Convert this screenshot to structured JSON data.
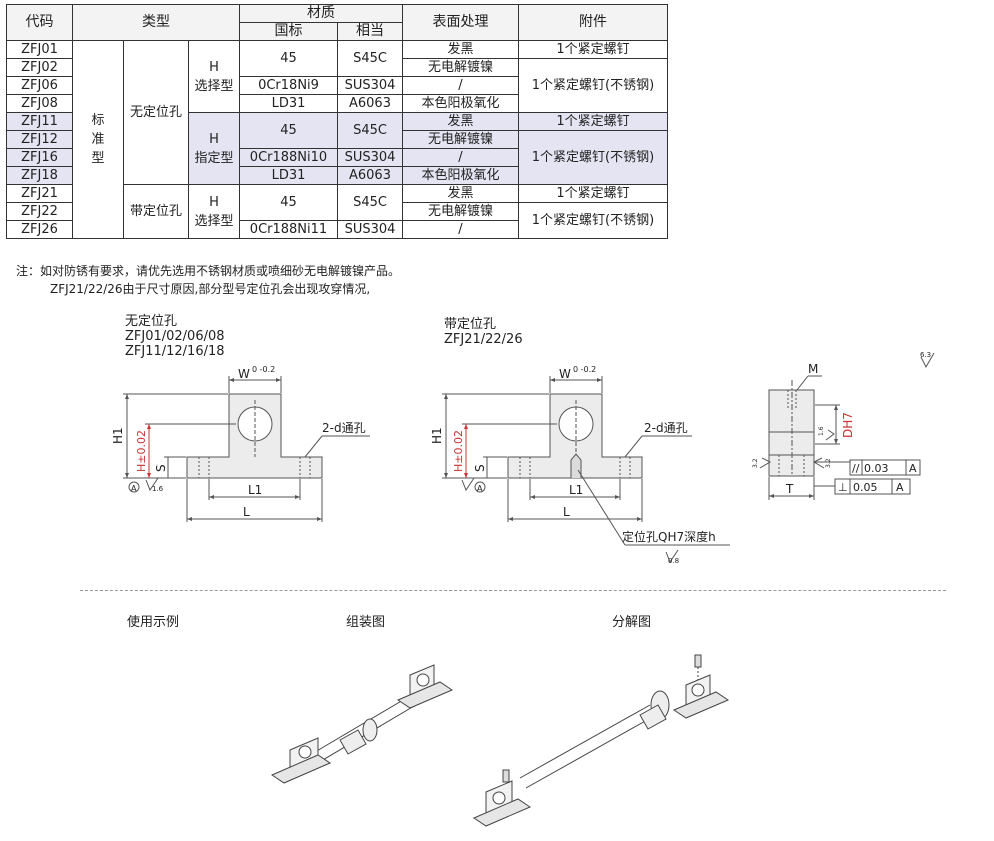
{
  "table": {
    "headers": {
      "code": "代码",
      "type": "类型",
      "material": "材质",
      "material_std": "国标",
      "material_equiv": "相当",
      "surface": "表面处理",
      "accessory": "附件"
    },
    "type_group": "标\n准\n型",
    "hole_no": "无定位孔",
    "hole_with": "带定位孔",
    "h_select": "H\n选择型",
    "h_fixed": "H\n指定型",
    "codes": [
      "ZFJ01",
      "ZFJ02",
      "ZFJ06",
      "ZFJ08",
      "ZFJ11",
      "ZFJ12",
      "ZFJ16",
      "ZFJ18",
      "ZFJ21",
      "ZFJ22",
      "ZFJ26"
    ],
    "mat_45": "45",
    "eq_s45c": "S45C",
    "mat_0cr18ni9": "0Cr18Ni9",
    "mat_0cr18ni10": "0Cr188Ni10",
    "mat_0cr18ni11": "0Cr188Ni11",
    "eq_sus304": "SUS304",
    "mat_ld31": "LD31",
    "eq_a6063": "A6063",
    "surf_black": "发黑",
    "surf_nickel": "无电解镀镍",
    "surf_none": "/",
    "surf_anodize": "本色阳极氧化",
    "acc_1": "1个紧定螺钉",
    "acc_2": "1个紧定螺钉(不锈钢)"
  },
  "notes": {
    "line1": "注：如对防锈有要求，请优先选用不锈钢材质或喷细砂无电解镀镍产品。",
    "line2": "ZFJ21/22/26由于尺寸原因,部分型号定位孔会出现攻穿情况,"
  },
  "drawing_left": {
    "title": "无定位孔",
    "sub1": "ZFJ01/02/06/08",
    "sub2": "ZFJ11/12/16/18",
    "w": "W",
    "h1": "H1",
    "h": "H±0.02",
    "s": "S",
    "l1": "L1",
    "l": "L",
    "tol_w": "0 -0.2",
    "hole": "2-d通孔",
    "rough": "1.6",
    "datum": "A"
  },
  "drawing_right": {
    "title": "带定位孔",
    "sub1": "ZFJ21/22/26",
    "hole": "2-d通孔",
    "locate": "定位孔QH7深度h",
    "rough": "0.8"
  },
  "drawing_side": {
    "m": "M",
    "d": "DH7",
    "t": "T",
    "parallel": "0.03",
    "perp": "0.05",
    "datum": "A",
    "rough_top": "6.3",
    "rough_side": "3.2",
    "rough_d": "1.6"
  },
  "sections": {
    "example": "使用示例",
    "assembly": "组装图",
    "exploded": "分解图"
  }
}
